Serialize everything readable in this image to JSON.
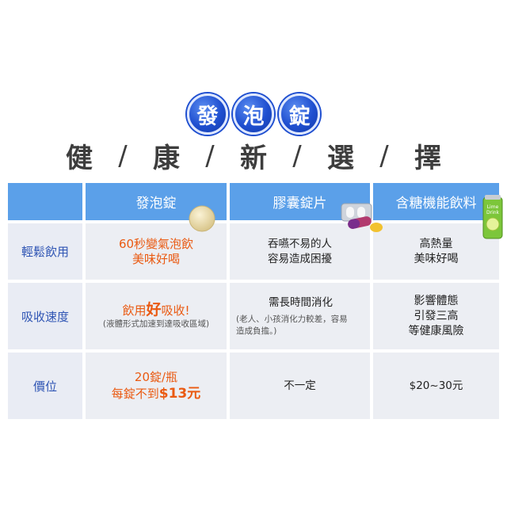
{
  "badge": [
    "發",
    "泡",
    "錠"
  ],
  "slogan": [
    "健",
    "康",
    "新",
    "選",
    "擇"
  ],
  "slogan_sep": "/",
  "columns": [
    "發泡錠",
    "膠囊錠片",
    "含糖機能飲料"
  ],
  "rows": [
    {
      "label": "輕鬆飲用",
      "c1": [
        "60秒變氣泡飲",
        "美味好喝"
      ],
      "c2": [
        "吞嚥不易的人",
        "容易造成困擾"
      ],
      "c3": [
        "高熱量",
        "美味好喝"
      ]
    },
    {
      "label": "吸收速度",
      "c1_pre": "飲用",
      "c1_hl": "好",
      "c1_post": "吸收!",
      "c1_note": "(液體形式加速到達吸收區域)",
      "c2_title": "需長時間消化",
      "c2_note": [
        "(老人、小孩消化力較差，容易",
        "造成負擔。)"
      ],
      "c3": [
        "影響體態",
        "引發三高",
        "等健康風險"
      ]
    },
    {
      "label": "價位",
      "c1_line1": "20錠/瓶",
      "c1_pre": "每錠不到",
      "c1_hl": "$13元",
      "c2": "不一定",
      "c3": "$20~30元"
    }
  ],
  "can_label": [
    "Lime",
    "Drink"
  ],
  "colors": {
    "header_blue": "#5ba0e9",
    "label_blue": "#2f55b4",
    "accent_orange": "#ea5a12",
    "badge_blue": "#1f4fd0"
  }
}
